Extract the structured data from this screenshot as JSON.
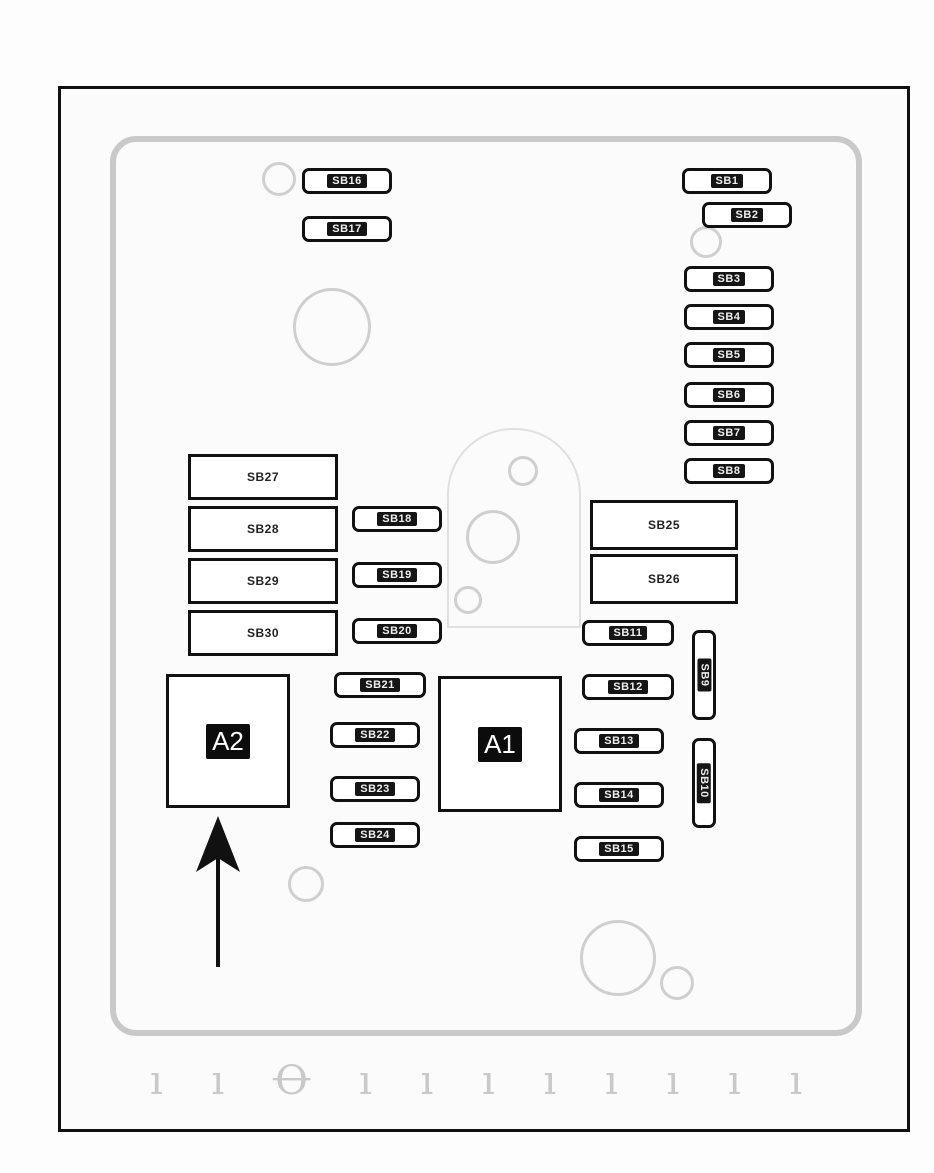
{
  "fuses": {
    "sb1": "SB1",
    "sb2": "SB2",
    "sb3": "SB3",
    "sb4": "SB4",
    "sb5": "SB5",
    "sb6": "SB6",
    "sb7": "SB7",
    "sb8": "SB8",
    "sb9": "SB9",
    "sb10": "SB10",
    "sb11": "SB11",
    "sb12": "SB12",
    "sb13": "SB13",
    "sb14": "SB14",
    "sb15": "SB15",
    "sb16": "SB16",
    "sb17": "SB17",
    "sb18": "SB18",
    "sb19": "SB19",
    "sb20": "SB20",
    "sb21": "SB21",
    "sb22": "SB22",
    "sb23": "SB23",
    "sb24": "SB24",
    "sb25": "SB25",
    "sb26": "SB26",
    "sb27": "SB27",
    "sb28": "SB28",
    "sb29": "SB29",
    "sb30": "SB30"
  },
  "relays": {
    "a1": "A1",
    "a2": "A2"
  },
  "arrow": {
    "points_to": "A2"
  }
}
